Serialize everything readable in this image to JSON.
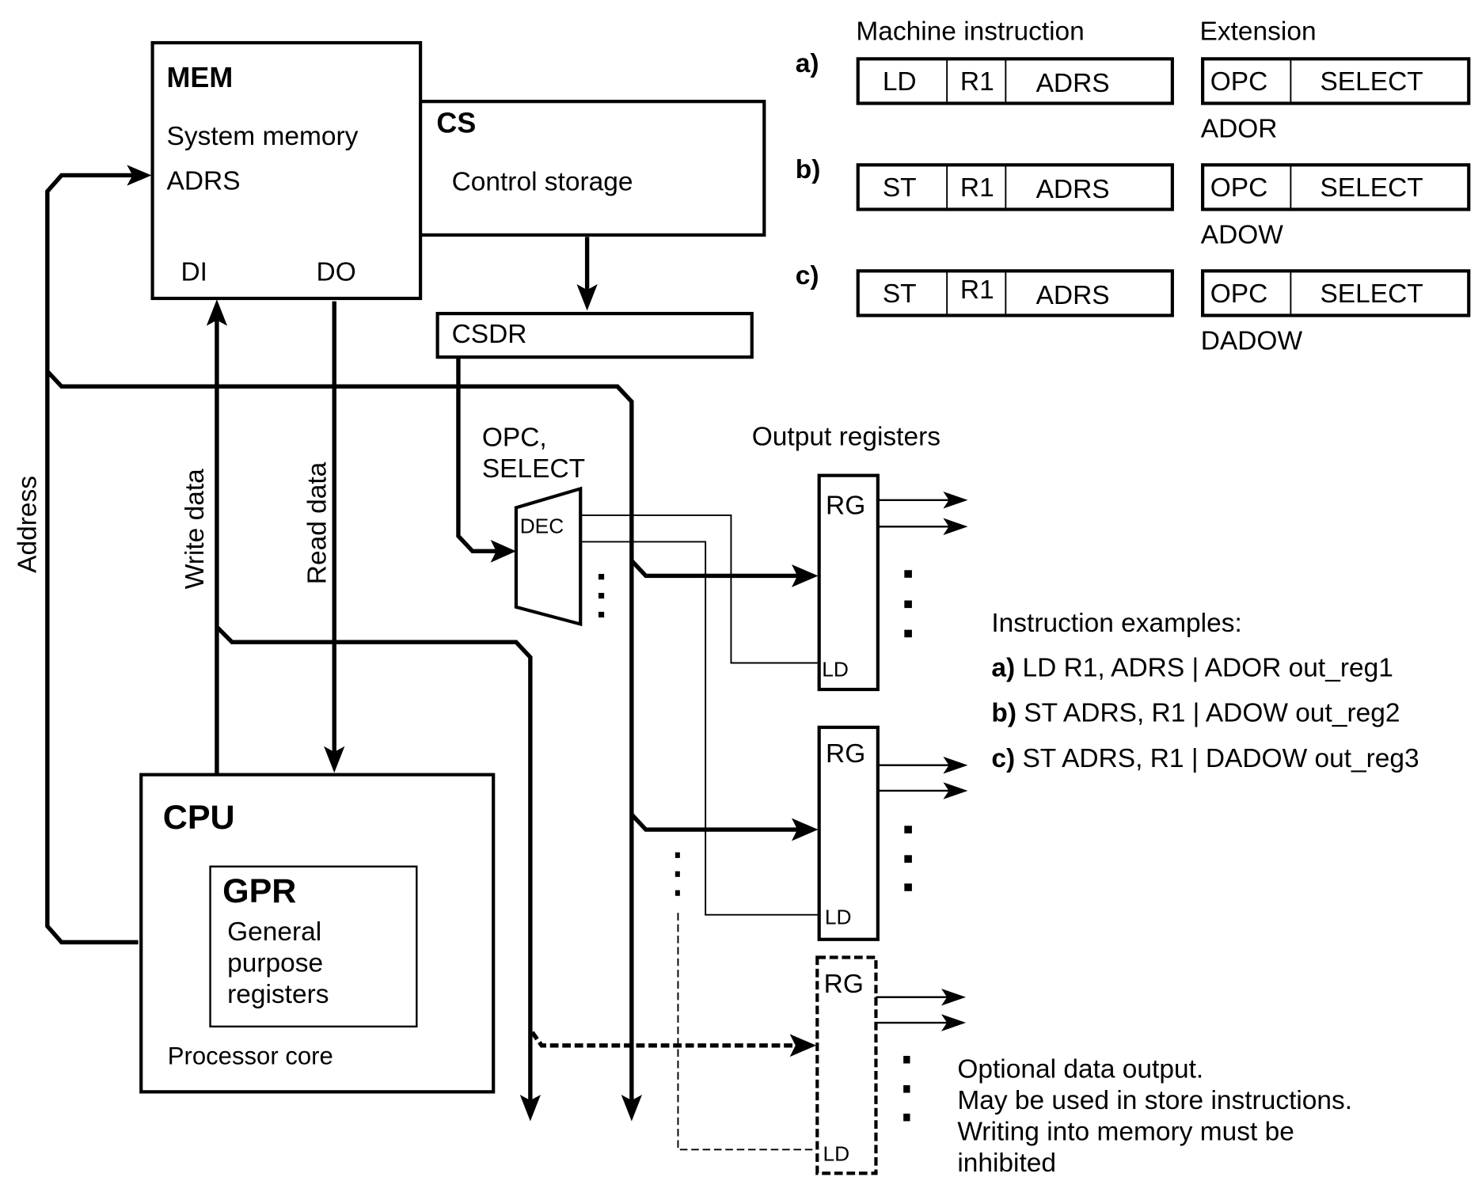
{
  "diagram": {
    "mem": {
      "title": "MEM",
      "subtitle": "System memory",
      "adrs": "ADRS",
      "di": "DI",
      "do": "DO"
    },
    "cs": {
      "title": "CS",
      "subtitle": "Control storage"
    },
    "csdr": {
      "label": "CSDR"
    },
    "cpu": {
      "title": "CPU",
      "footer": "Processor core",
      "gpr": {
        "title": "GPR",
        "line1": "General",
        "line2": "purpose",
        "line3": "registers"
      }
    },
    "bus_labels": {
      "address": "Address",
      "write_data": "Write data",
      "read_data": "Read data"
    },
    "decoder": {
      "input_label_1": "OPC,",
      "input_label_2": "SELECT",
      "label": "DEC"
    },
    "output_registers": {
      "heading": "Output registers",
      "registers": [
        {
          "label": "RG",
          "load": "LD",
          "optional": false
        },
        {
          "label": "RG",
          "load": "LD",
          "optional": false
        },
        {
          "label": "RG",
          "load": "LD",
          "optional": true
        }
      ]
    },
    "formats": {
      "machine_instruction_heading": "Machine instruction",
      "extension_heading": "Extension",
      "rows": [
        {
          "tag": "a)",
          "op": "LD",
          "reg": "R1",
          "addr": "ADRS",
          "ext_opc": "OPC",
          "ext_select": "SELECT",
          "ext_name": "ADOR"
        },
        {
          "tag": "b)",
          "op": "ST",
          "reg": "R1",
          "addr": "ADRS",
          "ext_opc": "OPC",
          "ext_select": "SELECT",
          "ext_name": "ADOW"
        },
        {
          "tag": "c)",
          "op": "ST",
          "reg": "R1",
          "addr": "ADRS",
          "ext_opc": "OPC",
          "ext_select": "SELECT",
          "ext_name": "DADOW"
        }
      ]
    },
    "examples": {
      "heading": "Instruction examples:",
      "items": [
        {
          "tag": "a)",
          "text": " LD R1, ADRS | ADOR out_reg1"
        },
        {
          "tag": "b)",
          "text": " ST ADRS, R1 | ADOW out_reg2"
        },
        {
          "tag": "c)",
          "text": " ST ADRS, R1 | DADOW out_reg3"
        }
      ]
    },
    "optional_note": {
      "line1": "Optional data output.",
      "line2": "May be used in store instructions.",
      "line3": "Writing into memory must be",
      "line4": "inhibited"
    }
  }
}
